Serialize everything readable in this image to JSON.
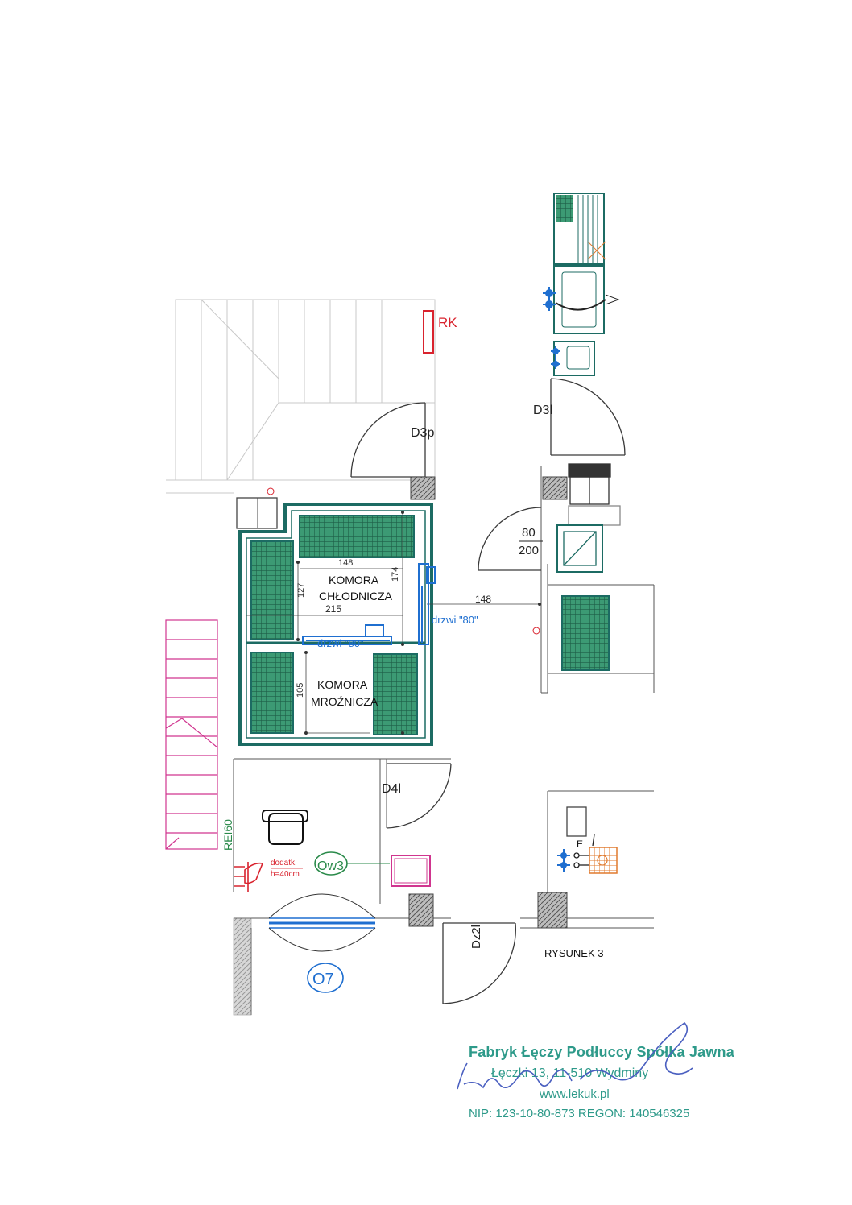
{
  "labels": {
    "rk": "RK",
    "d3p": "D3p",
    "d3l": "D3l",
    "d4l": "D4l",
    "dz2l": "Dz2l",
    "rei60": "REI60",
    "ow3": "Ow3",
    "o7": "O7",
    "door_w": "80",
    "door_h": "200",
    "corridor_dim": "148",
    "dim_top": "148",
    "dim_174": "174",
    "dim_127": "127",
    "dim_215": "215",
    "dim_105": "105",
    "room1_line1": "KOMORA",
    "room1_line2": "CHŁODNICZA",
    "room2_line1": "KOMORA",
    "room2_line2": "MROŹNICZA",
    "door_right": "drzwi \"80\"",
    "door_mid": "drzwi \"80\"",
    "extra_line1": "dodatk.",
    "extra_line2": "h=40cm",
    "socket_e": "E",
    "figure": "RYSUNEK 3"
  },
  "stamp": {
    "line1": "Fabryk Łęczy Podłuccy Spółka Jawna",
    "line2": "Łęczki 13, 11-510 Wydminy",
    "line3": "www.lekuk.pl",
    "line4": "NIP: 123-10-80-873 REGON: 140546325"
  },
  "colors": {
    "wall": "#1c6b63",
    "shelf": "#2e8a6a",
    "blue": "#1f6fd0",
    "red": "#d9232e",
    "magenta": "#d0358f",
    "grey": "#8a8a8a",
    "text": "#222222",
    "stamp": "#2e9a8a"
  }
}
